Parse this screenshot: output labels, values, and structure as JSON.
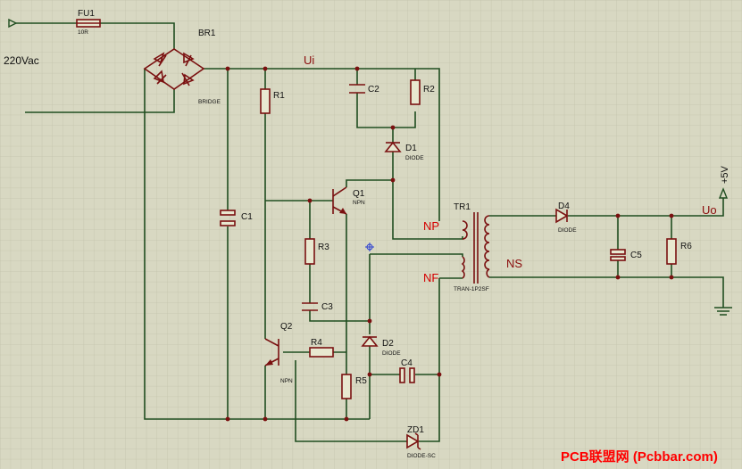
{
  "input": {
    "label": "220Vac"
  },
  "nets": {
    "ui": "Ui",
    "uo": "Uo",
    "vout": "+5V",
    "np": "NP",
    "nf": "NF",
    "ns": "NS"
  },
  "components": {
    "fu1": {
      "ref": "FU1",
      "value": "10R"
    },
    "br1": {
      "ref": "BR1",
      "value": "BRIDGE"
    },
    "r1": {
      "ref": "R1"
    },
    "r2": {
      "ref": "R2"
    },
    "r3": {
      "ref": "R3"
    },
    "r4": {
      "ref": "R4"
    },
    "r5": {
      "ref": "R5"
    },
    "r6": {
      "ref": "R6"
    },
    "c1": {
      "ref": "C1"
    },
    "c2": {
      "ref": "C2"
    },
    "c3": {
      "ref": "C3"
    },
    "c4": {
      "ref": "C4"
    },
    "c5": {
      "ref": "C5"
    },
    "d1": {
      "ref": "D1",
      "value": "DIODE"
    },
    "d2": {
      "ref": "D2",
      "value": "DIODE"
    },
    "d4": {
      "ref": "D4",
      "value": "DIODE"
    },
    "zd1": {
      "ref": "ZD1",
      "value": "DIODE-SC"
    },
    "q1": {
      "ref": "Q1",
      "value": "NPN"
    },
    "q2": {
      "ref": "Q2",
      "value": "NPN"
    },
    "tr1": {
      "ref": "TR1",
      "value": "TRAN-1P2SF"
    }
  },
  "watermark": "PCB联盟网 (Pcbbar.com)",
  "colors": {
    "background": "#d8d8c2",
    "grid": "#c4c4ac",
    "wire": "#1f4d1f",
    "component": "#7a1010",
    "net_label": "#8a0c0c",
    "winding_label": "#d40000"
  }
}
